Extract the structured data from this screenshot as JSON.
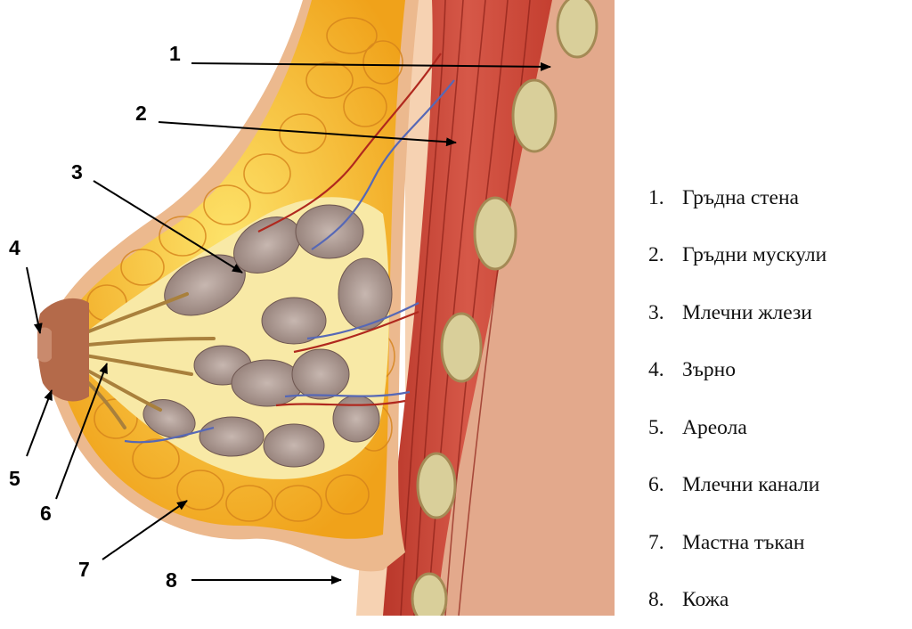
{
  "callouts": [
    "1",
    "2",
    "3",
    "4",
    "5",
    "6",
    "7",
    "8"
  ],
  "legend": [
    {
      "num": "1.",
      "label": "Гръдна стена"
    },
    {
      "num": "2.",
      "label": "Гръдни мускули"
    },
    {
      "num": "3.",
      "label": "Млечни жлези"
    },
    {
      "num": "4.",
      "label": "Зърно"
    },
    {
      "num": "5.",
      "label": "Ареола"
    },
    {
      "num": "6.",
      "label": "Млечни канали"
    },
    {
      "num": "7.",
      "label": "Мастна тъкан"
    },
    {
      "num": "8.",
      "label": "Кожа"
    }
  ]
}
